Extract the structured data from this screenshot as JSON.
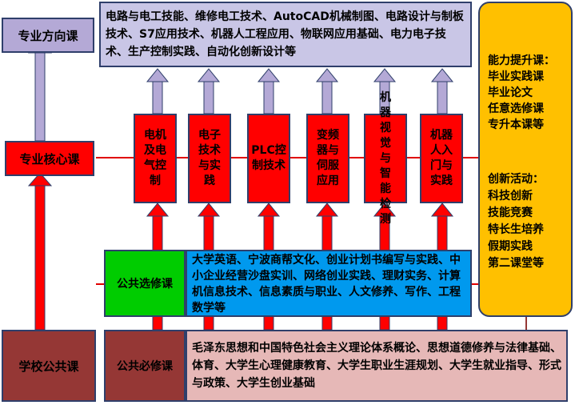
{
  "diagram": {
    "labels": {
      "direction": "专业方向课",
      "core": "专业核心课",
      "school_public": "学校公共课",
      "public_elective": "公共选修课",
      "public_required": "公共必修课"
    },
    "direction_courses": "电路与电工技能、维修电工技术、AutoCAD机械制图、电路设计与制板技术、S7应用技术、机器人工程应用、物联网应用基础、电力电子技术、生产控制实践、自动化创新设计等",
    "core_courses": [
      "电机及电气控制",
      "电子技术与实践",
      "PLC控制技术",
      "变频器与伺服应用",
      "机器视觉与智能检测",
      "机器人入门与实践"
    ],
    "elective_courses": "大学英语、宁波商帮文化、创业计划书编写与实践、中小企业经营沙盘实训、网络创业实践、理财实务、计算机信息技术、信息素质与职业、人文修养、写作、工程数学等",
    "required_courses": "毛泽东思想和中国特色社会主义理论体系概论、思想道德修养与法律基础、体育、大学生心理健康教育、大学生职业生涯规划、大学生就业指导、形式与政策、大学生创业基础",
    "side_panel": {
      "ability_title": "能力提升课：",
      "ability_items": [
        "毕业实践课",
        "毕业论文",
        "任意选修课",
        "专升本课等"
      ],
      "innovation_title": "创新活动：",
      "innovation_items": [
        "科技创新",
        "技能竞赛",
        "特长生培养",
        "假期实践",
        "第二课堂等"
      ]
    },
    "colors": {
      "label_purple": "#b4a9d6",
      "direction_fill": "#c9c6e6",
      "red": "#ff0000",
      "dark_red": "#953735",
      "green": "#00cc00",
      "blue": "#0099ee",
      "pink": "#e6b8b7",
      "yellow": "#ffc000"
    }
  }
}
